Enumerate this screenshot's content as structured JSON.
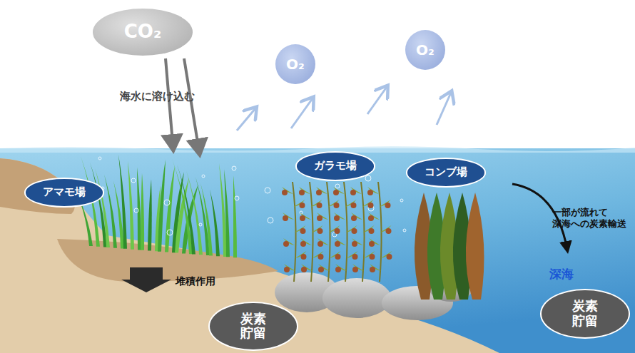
{
  "diagram": {
    "nodes": [
      {
        "text": [
          "CO₂"
        ]
      },
      {
        "text": [
          "O₂"
        ]
      },
      {
        "text": [
          "O₂"
        ]
      },
      {
        "text": [
          "アマモ場"
        ]
      },
      {
        "text": [
          "ガラモ場"
        ]
      },
      {
        "text": [
          "コンブ場"
        ]
      },
      {
        "text": [
          "炭素 貯留"
        ]
      },
      {
        "text": [
          "炭素 貯留"
        ]
      }
    ],
    "labels": [
      "海水に溶け込む",
      "堆積作用",
      "一部が流れて 深海への炭素輸送",
      "深海"
    ]
  }
}
